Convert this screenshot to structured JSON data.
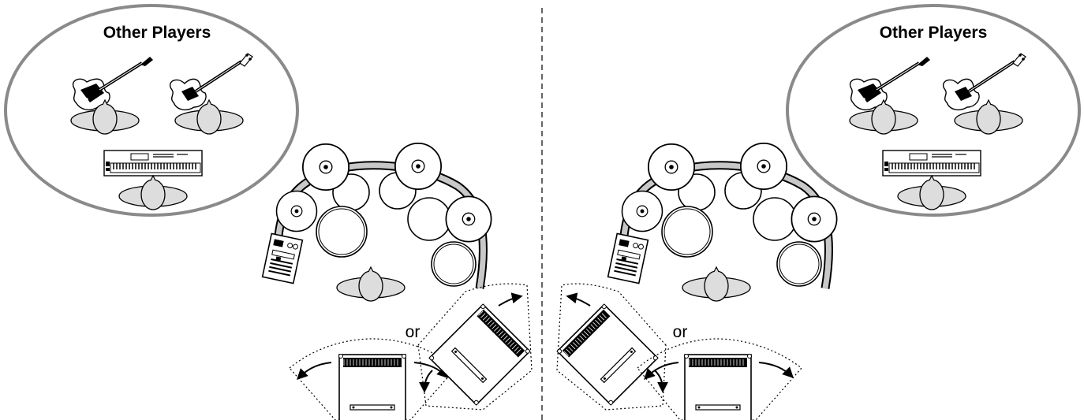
{
  "left_panel": {
    "group_label": "Other Players",
    "alternative_label": "or"
  },
  "right_panel": {
    "group_label": "Other Players",
    "alternative_label": "or"
  },
  "colors": {
    "outline": "#000000",
    "player_fill": "#dddddd",
    "group_ring": "#8a8a8a",
    "rack_fill": "#c8c8c8",
    "background": "#ffffff"
  },
  "icons": [
    "guitar-icon",
    "bass-icon",
    "keyboard-icon",
    "player-icon",
    "drum-pad-icon",
    "cymbal-pad-icon",
    "sound-module-icon",
    "amplifier-icon",
    "rotation-arrow-icon"
  ]
}
